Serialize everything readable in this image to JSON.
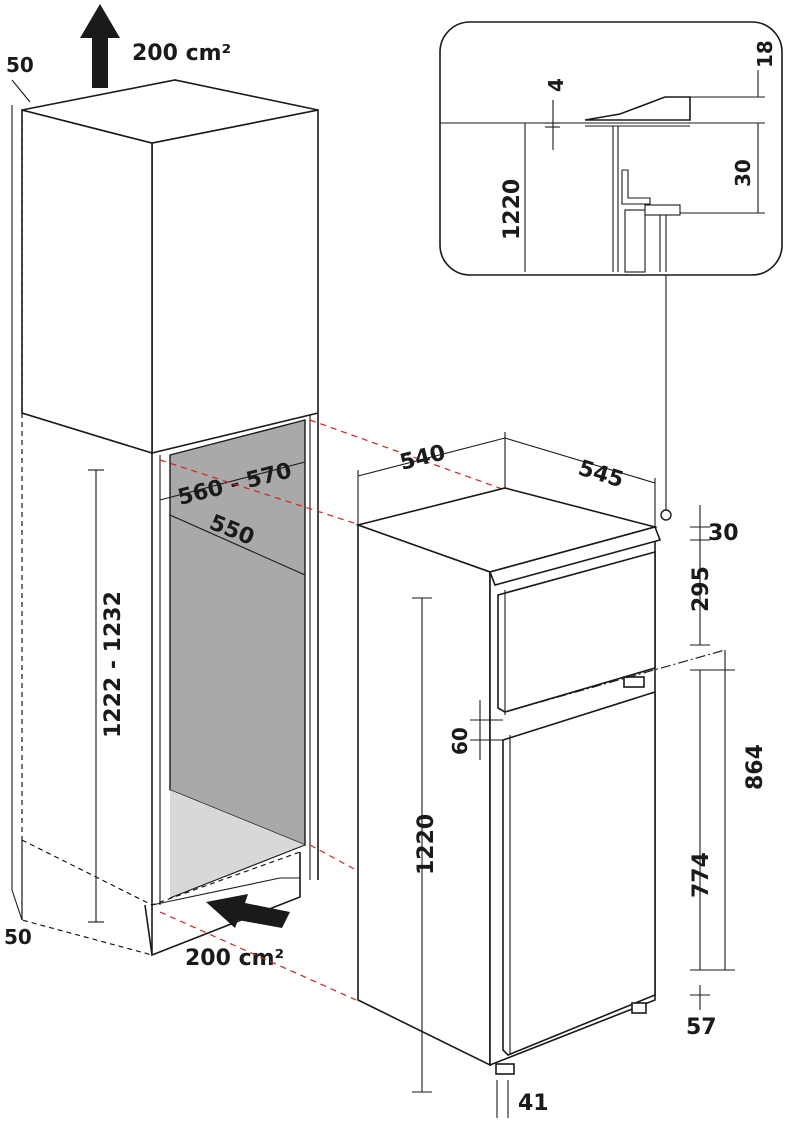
{
  "ventilation": {
    "top_area": "200 cm²",
    "bottom_area": "200 cm²",
    "top_gap": "50",
    "bottom_gap": "50"
  },
  "niche": {
    "width": "560 - 570",
    "depth": "550",
    "height": "1222 - 1232"
  },
  "appliance": {
    "width": "540",
    "depth": "545",
    "top_step": "30",
    "freezer_door": "295",
    "door_gap": "60",
    "height": "1220",
    "upper_total": "864",
    "fridge_door": "774",
    "bottom_offset": "57",
    "front_offset": "41"
  },
  "detail": {
    "gap_top": "18",
    "gap_small": "4",
    "bracket": "30",
    "height": "1220"
  },
  "colors": {
    "line": "#1a1a1a",
    "cavity": "#a9a9a9",
    "guide_dash": "#d92020"
  }
}
